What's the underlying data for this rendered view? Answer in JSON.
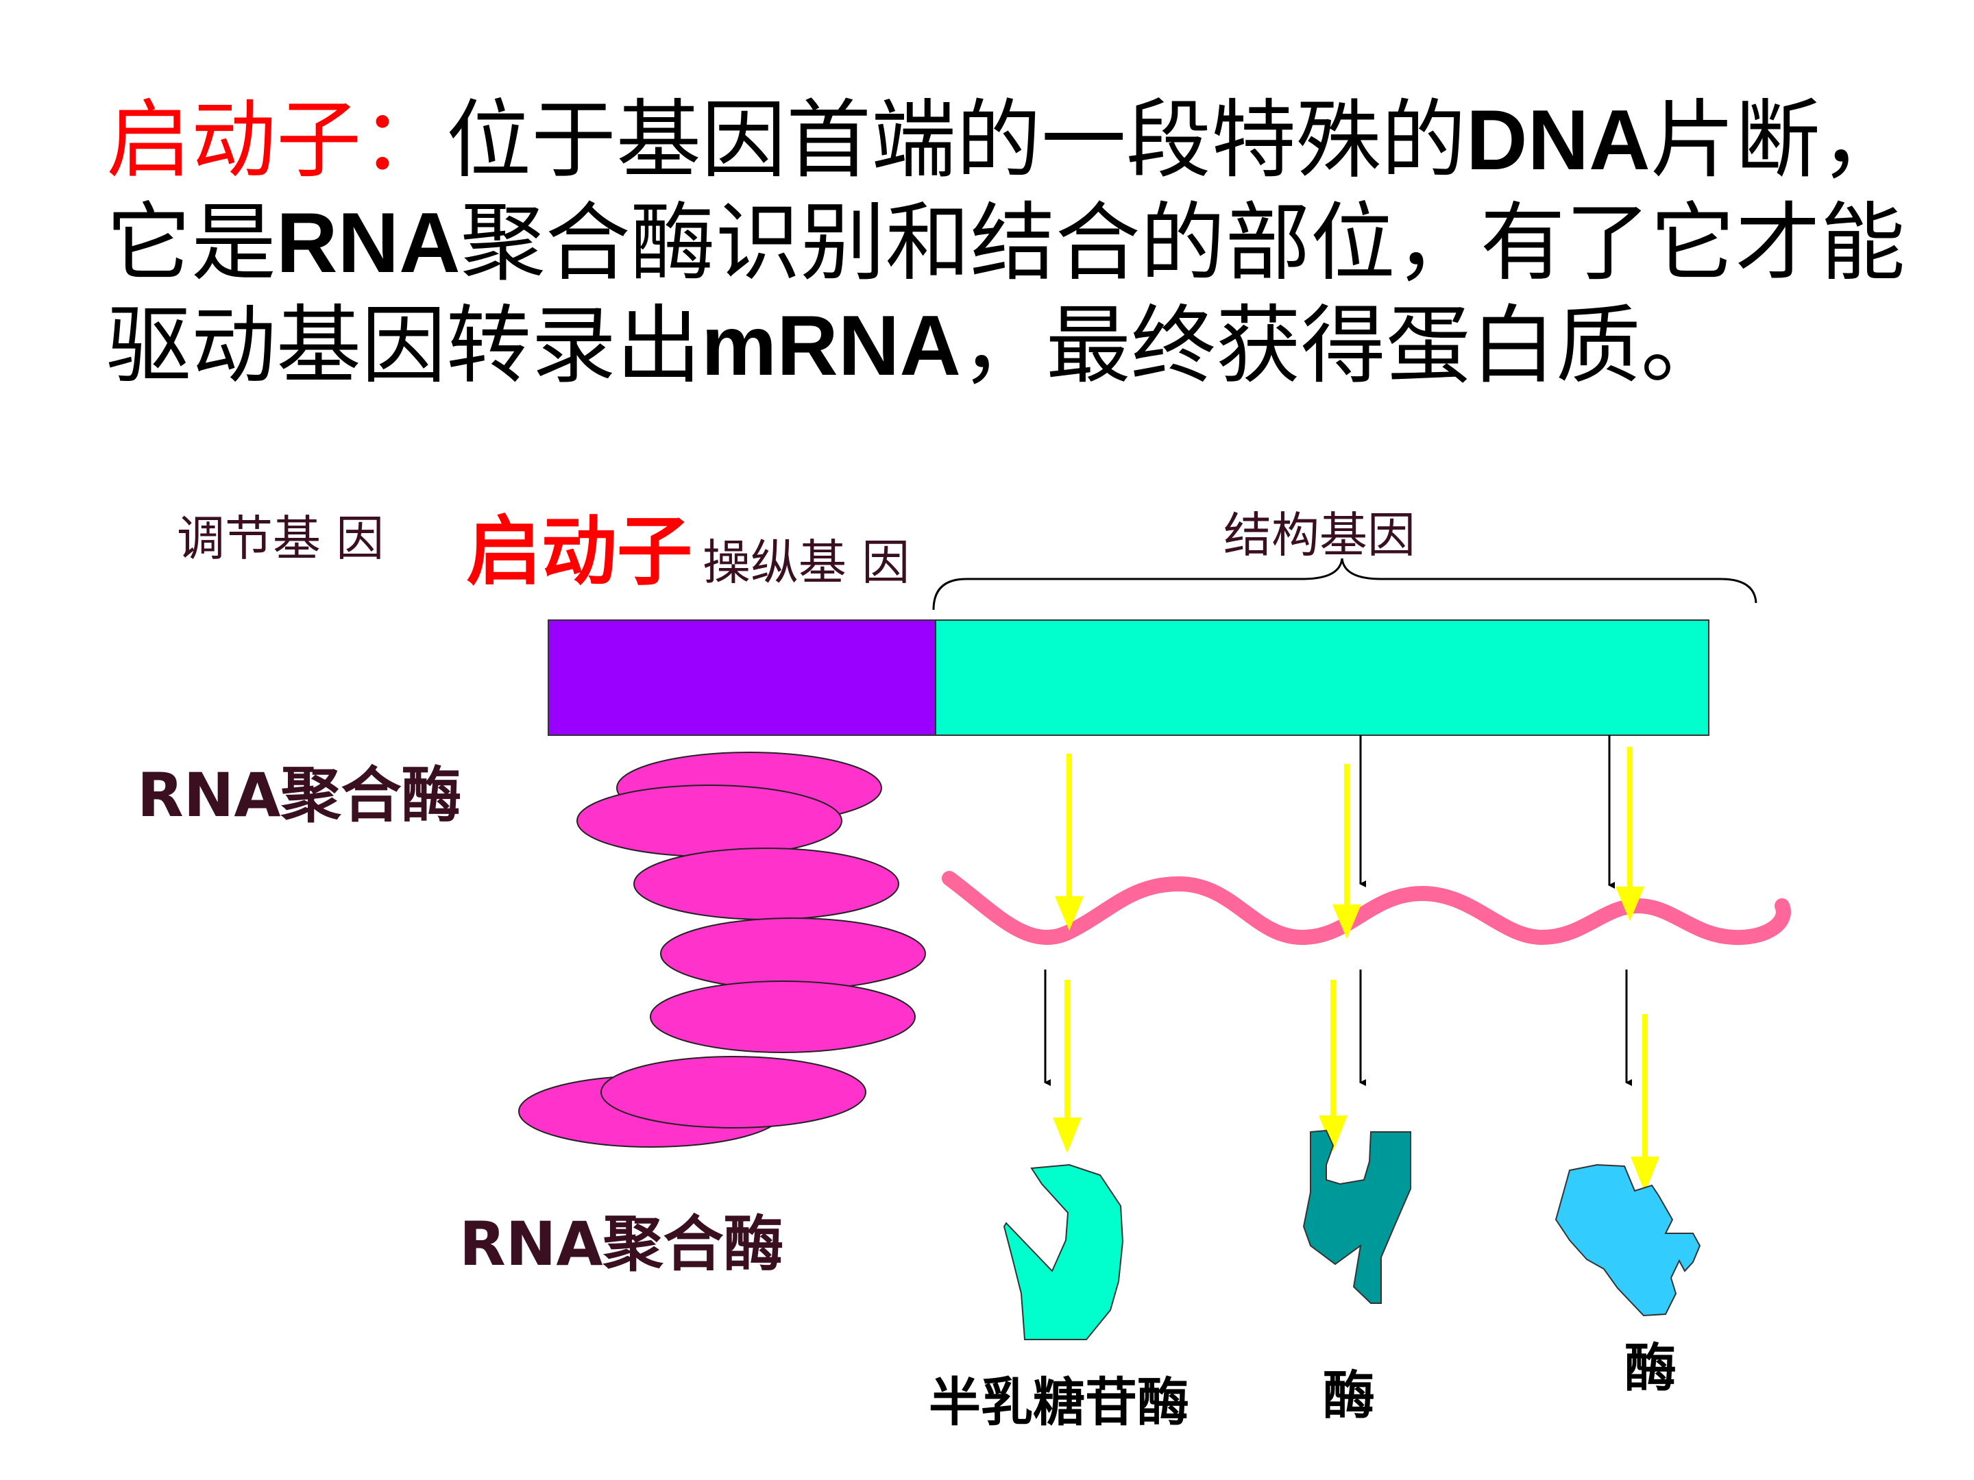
{
  "headline": {
    "term": "启动子",
    "colon": "：",
    "line1_rest_a": "位于基因首端的一段特殊的",
    "line1_bold": "DNA",
    "line1_rest_b": "片断，",
    "line2_a": "它是",
    "line2_bold": "RNA",
    "line2_b": "聚合酶识别和结合的部位，有了它才能",
    "line3_a": "驱动基因转录出",
    "line3_bold": "mRNA",
    "line3_b": "，最终获得蛋白质。"
  },
  "labels": {
    "regulator_gene": "调节基 因",
    "promoter": "启动子",
    "operator_gene": "操纵基 因",
    "structural_gene": "结构基因",
    "rna_polymerase_top": "RNA聚合酶",
    "rna_polymerase_bottom": "RNA聚合酶",
    "protein_1": "半乳糖苷酶",
    "protein_2": "酶",
    "protein_3": "酶"
  },
  "colors": {
    "red": "#ff0000",
    "dark_label": "#3a1020",
    "promoter_block": "#9900ff",
    "structural_block": "#00ffcc",
    "polymerase": "#ff33cc",
    "mrna": "#ff6699",
    "arrow_yellow": "#ffff00",
    "arrow_black": "#000000",
    "protein_1": "#00ffcc",
    "protein_2": "#009999",
    "protein_3": "#33ccff"
  }
}
